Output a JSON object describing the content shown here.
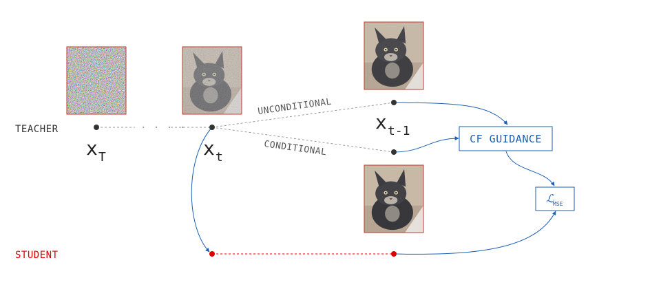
{
  "rows": {
    "teacher_label": "TEACHER",
    "student_label": "STUDENT"
  },
  "vars": {
    "xT_base": "x",
    "xT_sub": "T",
    "xt_base": "x",
    "xt_sub": "t",
    "xt1_base": "x",
    "xt1_sub": "t-1"
  },
  "edges": {
    "unconditional": "UNCONDITIONAL",
    "conditional": "CONDITIONAL",
    "ellipsis": "· · · ·"
  },
  "boxes": {
    "cf_guidance": "CF GUIDANCE",
    "loss_symbol": "ℒ",
    "loss_sub": "MSE"
  },
  "images": [
    {
      "name": "pure-noise-image",
      "noise": 1.0
    },
    {
      "name": "noisy-cat-image",
      "noise": 0.5
    },
    {
      "name": "unconditional-cat-image",
      "noise": 0.12
    },
    {
      "name": "conditional-cat-image",
      "noise": 0.06
    }
  ],
  "colors": {
    "student": "#e00000",
    "guidance": "#1a5fb4",
    "image_border": "#c0392b",
    "teacher_dashed": "#999999"
  }
}
